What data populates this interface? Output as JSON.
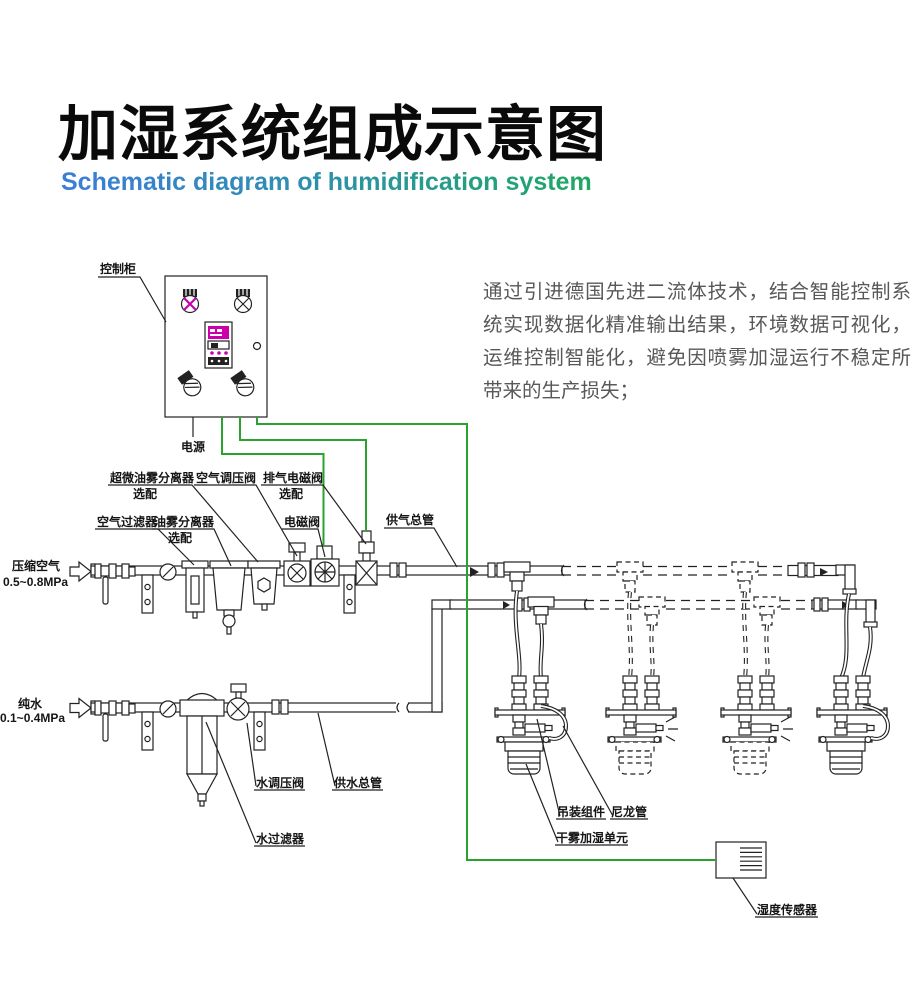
{
  "header": {
    "title": "加湿系统组成示意图",
    "subtitle": "Schematic diagram of humidification system"
  },
  "description": {
    "text": "通过引进德国先进二流体技术，结合智能控制系统实现数据化精准输出结果，环境数据可视化，运维控制智能化，避免因喷雾加湿运行不稳定所带来的生产损失；"
  },
  "colors": {
    "wire_green": "#2aa32e",
    "subtitle_gradient_start": "#3b7dd8",
    "subtitle_gradient_end": "#1ea863",
    "controller_magenta": "#cc00aa",
    "description_gray": "#585858"
  },
  "diagram": {
    "labels": {
      "control_cabinet": "控制柜",
      "power": "电源",
      "ultra_fine_oil_mist_separator": "超微油雾分离器",
      "optional": "选配",
      "air_pressure_regulator": "空气调压阀",
      "exhaust_solenoid_valve": "排气电磁阀",
      "air_filter": "空气过滤器",
      "oil_mist_separator": "油雾分离器",
      "solenoid_valve": "电磁阀",
      "air_supply_header": "供气总管",
      "compressed_air": "压缩空气",
      "compressed_air_pressure": "0.5~0.8MPa",
      "pure_water": "纯水",
      "pure_water_pressure": "0.1~0.4MPa",
      "water_pressure_regulator": "水调压阀",
      "water_supply_header": "供水总管",
      "water_filter": "水过滤器",
      "hanging_assembly": "吊装组件",
      "nylon_tube": "尼龙管",
      "dry_fog_unit": "干雾加湿单元",
      "humidity_sensor": "湿度传感器"
    }
  }
}
